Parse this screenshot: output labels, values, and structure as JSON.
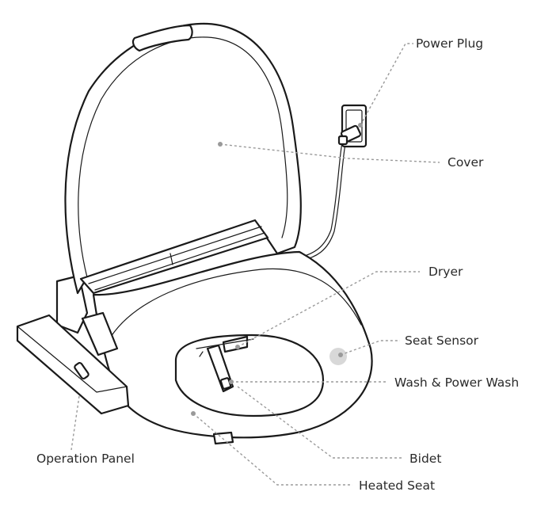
{
  "labels": {
    "power_plug": "Power Plug",
    "cover": "Cover",
    "dryer": "Dryer",
    "seat_sensor": "Seat Sensor",
    "wash": "Wash & Power Wash",
    "bidet": "Bidet",
    "heated_seat": "Heated Seat",
    "operation_panel": "Operation Panel"
  },
  "colors": {
    "outline": "#1a1a1a",
    "leader": "#9a9a9a",
    "sensor": "#d8d8d8",
    "text": "#2a2a2a"
  }
}
